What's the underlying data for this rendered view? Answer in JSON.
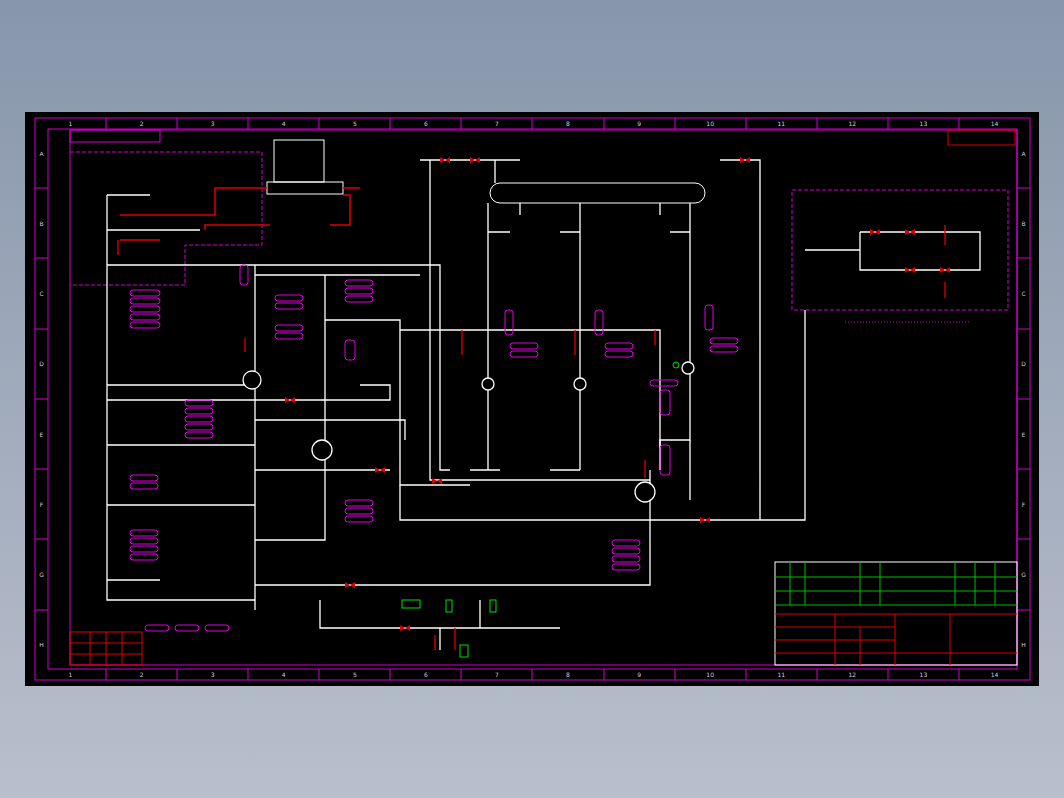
{
  "diagram": {
    "labels": [
      "1",
      "2",
      "3",
      "4",
      "5",
      "6",
      "7",
      "8",
      "9",
      "10",
      "11",
      "12",
      "13",
      "14",
      "1",
      "2",
      "3",
      "4",
      "5",
      "6",
      "7",
      "8",
      "9",
      "10",
      "11",
      "12",
      "13",
      "14",
      "A",
      "B",
      "C",
      "D",
      "E",
      "F",
      "G",
      "H",
      "A",
      "B",
      "C",
      "D",
      "E",
      "F",
      "G",
      "H"
    ]
  }
}
